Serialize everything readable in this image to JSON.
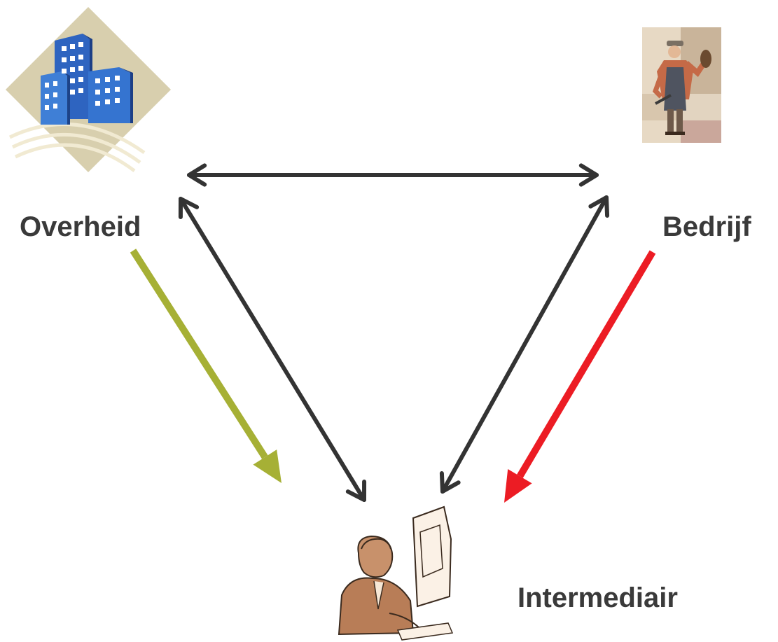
{
  "nodes": {
    "government": {
      "label": "Overheid",
      "icon": "office-building-icon"
    },
    "business": {
      "label": "Bedrijf",
      "icon": "craftsman-icon"
    },
    "intermediary": {
      "label": "Intermediair",
      "icon": "office-worker-computer-icon"
    }
  },
  "colors": {
    "two_way_arrow": "#333333",
    "government_to_intermediary": "#a6b035",
    "business_to_intermediary": "#ec1c24",
    "label_text": "#3a3a3a"
  }
}
